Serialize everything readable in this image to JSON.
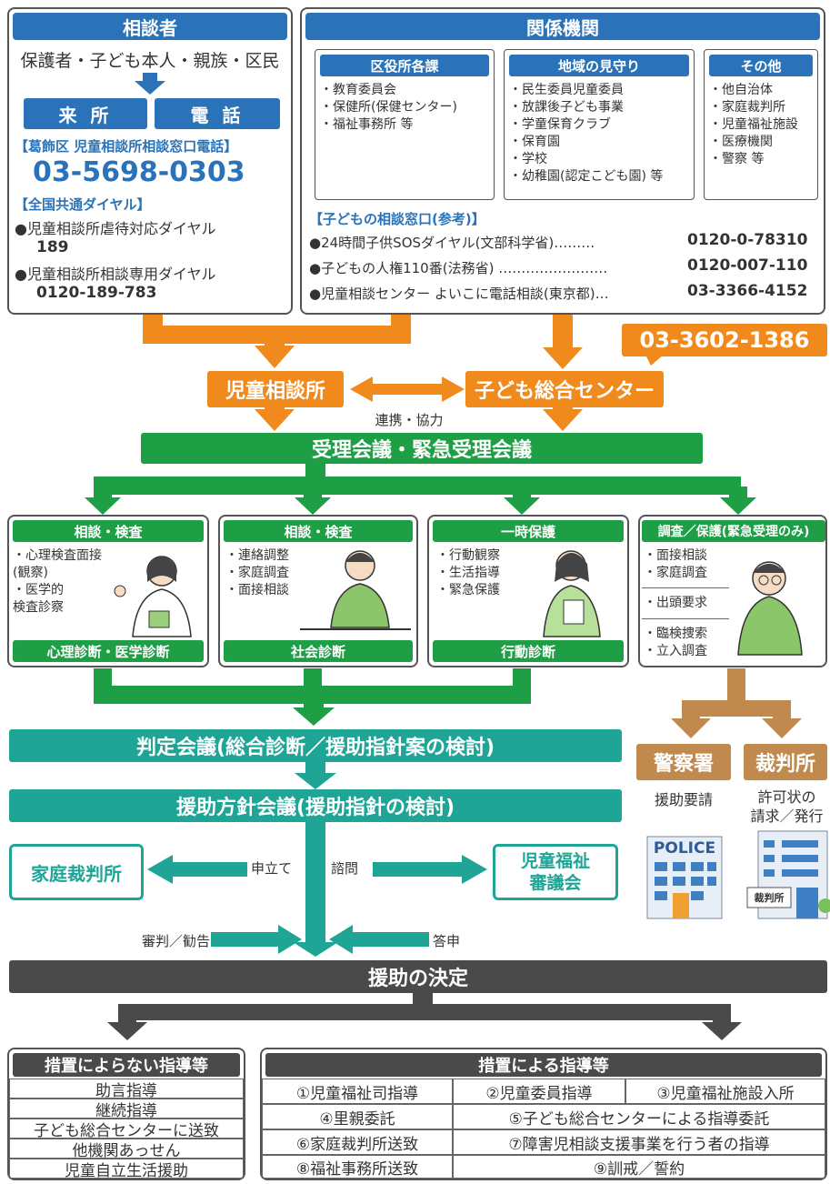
{
  "consultant": {
    "title": "相談者",
    "subtitle": "保護者・子ども本人・親族・区民",
    "visit": "来 所",
    "phone": "電 話",
    "local_line_label": "【葛飾区 児童相談所相談窓口電話】",
    "local_line_number": "03-5698-0303",
    "national_label": "【全国共通ダイヤル】",
    "national_items": [
      {
        "label": "●児童相談所虐待対応ダイヤル",
        "number": "189"
      },
      {
        "label": "●児童相談所相談専用ダイヤル",
        "number": "0120-189-783"
      }
    ]
  },
  "agencies": {
    "title": "関係機関",
    "groups": [
      {
        "title": "区役所各課",
        "items": "・教育委員会\n・保健所(保健センター)\n・福祉事務所 等"
      },
      {
        "title": "地域の見守り",
        "items": "・民生委員児童委員\n・放課後子ども事業\n・学童保育クラブ\n・保育園\n・学校\n・幼稚園(認定こども園) 等"
      },
      {
        "title": "その他",
        "items": "・他自治体\n・家庭裁判所\n・児童福祉施設\n・医療機関\n・警察 等"
      }
    ],
    "child_window_label": "【子どもの相談窓口(参考)】",
    "child_windows": [
      {
        "label": "●24時間子供SOSダイヤル(文部科学省)………",
        "number": "0120-0-78310"
      },
      {
        "label": "●子どもの人権110番(法務省) ……………………",
        "number": "0120-007-110"
      },
      {
        "label": "●児童相談センター よいこに電話相談(東京都)…",
        "number": "03-3366-4152"
      }
    ]
  },
  "center_phone": "03-3602-1386",
  "jido_soudanjo": "児童相談所",
  "kodomo_center": "子ども総合センター",
  "cooperation": "連携・協力",
  "reception_meeting": "受理会議・緊急受理会議",
  "columns": [
    {
      "header": "相談・検査",
      "items": "・心理検査面接\n(観察)\n・医学的\n検査診察",
      "footer": "心理診断・医学診断"
    },
    {
      "header": "相談・検査",
      "items": "・連絡調整\n・家庭調査\n・面接相談",
      "footer": "社会診断"
    },
    {
      "header": "一時保護",
      "items": "・行動観察\n・生活指導\n・緊急保護",
      "footer": "行動診断"
    }
  ],
  "investigation": {
    "header": "調査／保護(緊急受理のみ)",
    "items": [
      "・面接相談\n・家庭調査",
      "・出頭要求",
      "・臨検捜索\n・立入調査"
    ]
  },
  "judgment_meeting": "判定会議(総合診断／援助指針案の検討)",
  "policy_meeting": "援助方針会議(援助指針の検討)",
  "police": {
    "label": "警察署",
    "note": "援助要請",
    "sign": "POLICE"
  },
  "court": {
    "label": "裁判所",
    "note": "許可状の\n請求／発行",
    "sign": "裁判所"
  },
  "family_court": "家庭裁判所",
  "welfare_council": "児童福祉\n審議会",
  "arrows": {
    "petition": "申立て",
    "trial": "審判／勧告",
    "consult": "諮問",
    "answer": "答申"
  },
  "decision": "援助の決定",
  "non_measure": {
    "title": "措置によらない指導等",
    "items": [
      "助言指導",
      "継続指導",
      "子ども総合センターに送致",
      "他機関あっせん",
      "児童自立生活援助"
    ]
  },
  "measure": {
    "title": "措置による指導等",
    "cells": [
      "①児童福祉司指導",
      "②児童委員指導",
      "③児童福祉施設入所",
      "④里親委託",
      "⑤子ども総合センターによる指導委託",
      "⑥家庭裁判所送致",
      "⑦障害児相談支援事業を行う者の指導",
      "⑧福祉事務所送致",
      "⑨訓戒／誓約"
    ]
  },
  "colors": {
    "blue": "#2b73b8",
    "orange": "#f08a1c",
    "green": "#1e9e45",
    "teal": "#1ea596",
    "dark": "#4a4a4a",
    "brown": "#c08a4e"
  }
}
